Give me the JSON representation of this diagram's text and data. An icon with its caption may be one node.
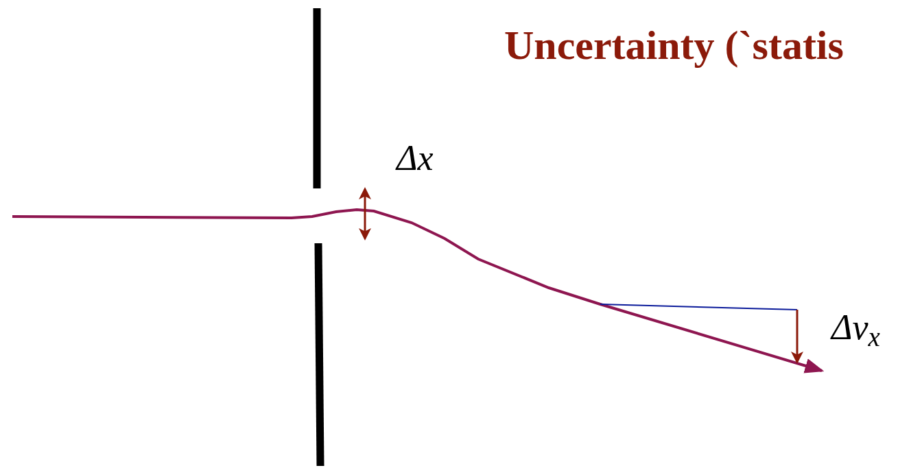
{
  "diagram": {
    "title": "Uncertainty (`statis",
    "labels": [
      "Δx",
      "Δv$_{x}$"
    ]
  }
}
